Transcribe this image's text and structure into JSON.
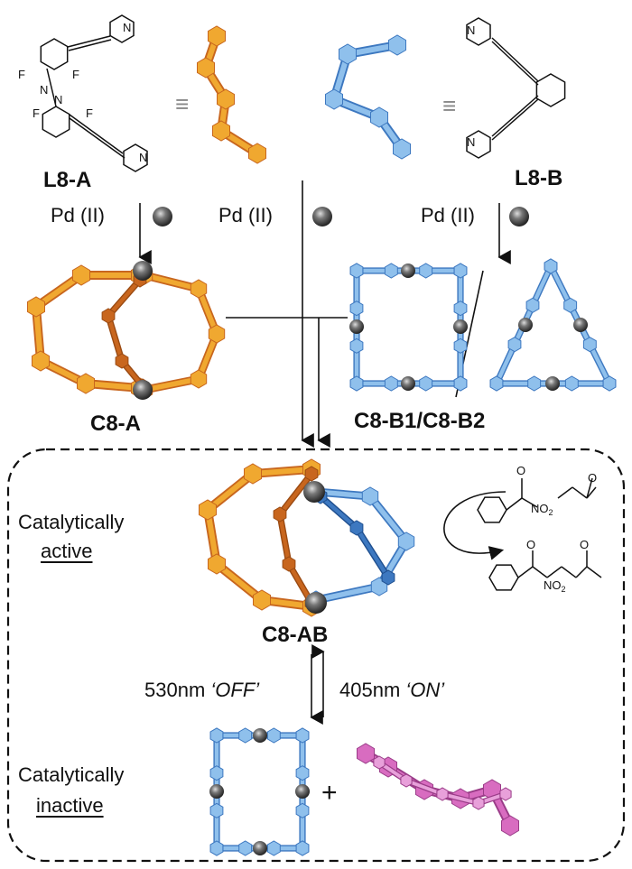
{
  "labels": {
    "ligand_a": "L8-A",
    "ligand_b": "L8-B",
    "cage_a": "C8-A",
    "cage_b": "C8-B1/C8-B2",
    "cage_ab": "C8-AB",
    "equiv": "≡",
    "pd_reagent": "Pd (II)",
    "state_active_1": "Catalytically",
    "state_active_2": "active",
    "state_inactive_1": "Catalytically",
    "state_inactive_2": "inactive",
    "light_off_wavelength": "530nm",
    "light_off_mode": "‘OFF’",
    "light_on_wavelength": "405nm",
    "light_on_mode": "‘ON’",
    "plus": "+"
  },
  "atoms": {
    "F": "F",
    "N": "N",
    "O": "O",
    "NO": "NO",
    "two": "2"
  },
  "colors": {
    "orange": "#f0a830",
    "orange_dark": "#c8661e",
    "blue": "#8fc0ec",
    "blue_dark": "#3d78c0",
    "pink": "#d86cc0",
    "pd": "#555555"
  }
}
